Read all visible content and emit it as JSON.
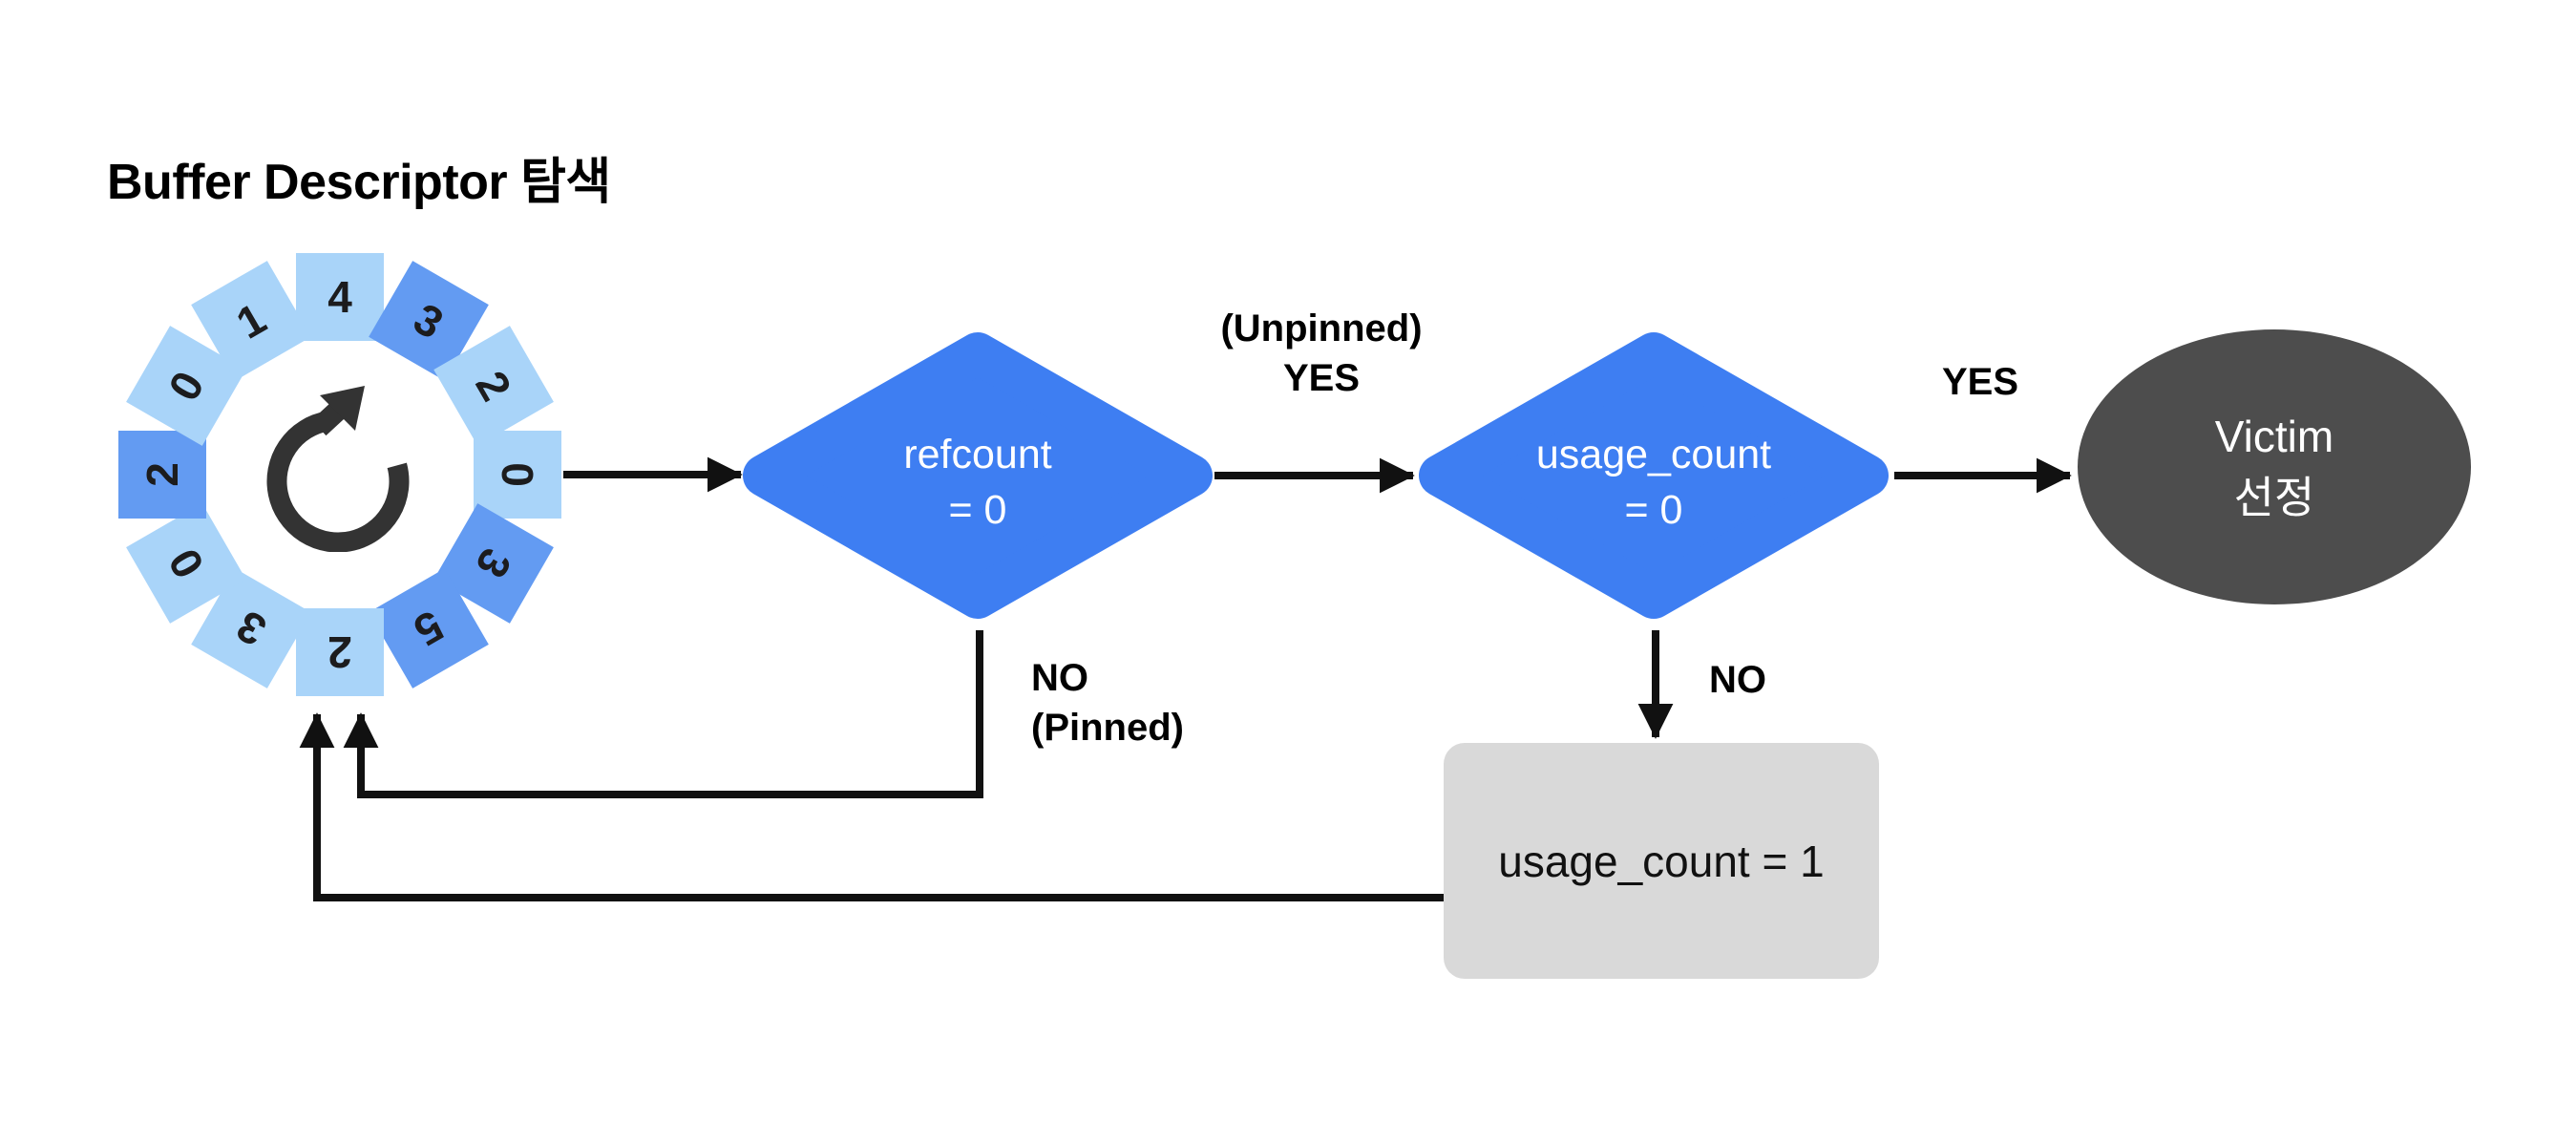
{
  "title": "Buffer Descriptor 탐색",
  "colors": {
    "diamond_blue": "#3E7EF2",
    "slot_light": "#A9D4F9",
    "slot_dark": "#639BF2",
    "victim_gray": "#4D4D4D",
    "box_gray": "#D9D9D9",
    "line_black": "#111111",
    "icon_dark": "#333333"
  },
  "clock": {
    "description": "ring of buffer usage_count slots, clockwise from top",
    "slots": [
      {
        "value": "4",
        "tone": "light"
      },
      {
        "value": "3",
        "tone": "dark"
      },
      {
        "value": "2",
        "tone": "light"
      },
      {
        "value": "0",
        "tone": "light"
      },
      {
        "value": "3",
        "tone": "dark"
      },
      {
        "value": "5",
        "tone": "dark"
      },
      {
        "value": "2",
        "tone": "light"
      },
      {
        "value": "3",
        "tone": "light"
      },
      {
        "value": "0",
        "tone": "light"
      },
      {
        "value": "2",
        "tone": "dark"
      },
      {
        "value": "0",
        "tone": "light"
      },
      {
        "value": "1",
        "tone": "light"
      }
    ],
    "center_icon": "clockwise-rotate-arrow-icon"
  },
  "nodes": {
    "refcount": {
      "line1": "refcount",
      "line2": "= 0"
    },
    "usage_check": {
      "line1": "usage_count",
      "line2": "= 0"
    },
    "victim": {
      "line1": "Victim",
      "line2": "선정"
    },
    "usage_set": {
      "label": "usage_count = 1"
    }
  },
  "edges": {
    "unpinned_yes": {
      "line1": "(Unpinned)",
      "line2": "YES"
    },
    "yes": "YES",
    "no_pinned": {
      "line1": "NO",
      "line2": "(Pinned)"
    },
    "no": "NO"
  }
}
